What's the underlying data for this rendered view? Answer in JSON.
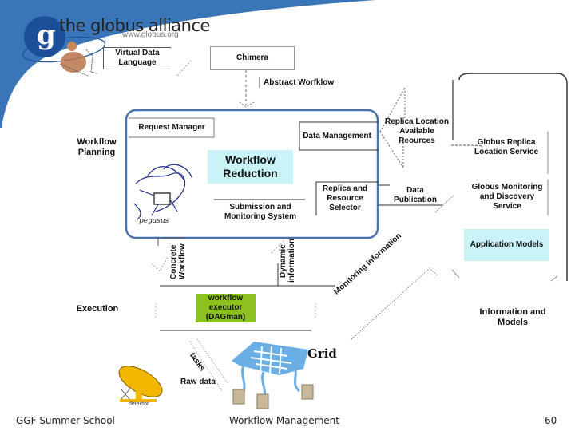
{
  "header": {
    "logo_letter": "g",
    "org_name": "the globus alliance",
    "org_url": "www.globus.org"
  },
  "nodes": {
    "virtual_data_language": "Virtual Data Language",
    "chimera": "Chimera",
    "abstract_workflow": "Abstract Worfklow",
    "request_manager": "Request Manager",
    "data_management": "Data Management",
    "workflow_reduction": "Workflow Reduction",
    "submission_monitoring": "Submission  and Monitoring System",
    "replica_resource_selector": "Replica and Resource Selector",
    "pegasus_label": "pegasus",
    "replica_location_available": "Replica Location Available Reources",
    "data_publication": "Data Publication",
    "globus_rls": "Globus Replica Location Service",
    "globus_mds": "Globus Monitoring and Discovery Service",
    "application_models": "Application Models",
    "information_models": "Information and Models",
    "concrete_workflow": "Concrete Workflow",
    "dynamic_information": "Dynamic information",
    "workflow_executor": "workflow executor (DAGman)",
    "monitoring_information": "Monitoring information",
    "tasks": "tasks",
    "raw_data": "Raw data",
    "grid": "Grid",
    "detector": "detector"
  },
  "sections": {
    "workflow_planning": "Workflow Planning",
    "execution": "Execution"
  },
  "colors": {
    "header_blue": "#3a75b8",
    "logo_blue": "#1c4f9a",
    "planning_border": "#4a72b0",
    "reduction_fill": "#c9f3f7",
    "executor_fill": "#8cc21f",
    "grid_blue": "#6aaee6",
    "detector_yellow": "#f2b600"
  },
  "footer": {
    "left": "GGF Summer School",
    "center": "Workflow Management",
    "page": "60"
  }
}
